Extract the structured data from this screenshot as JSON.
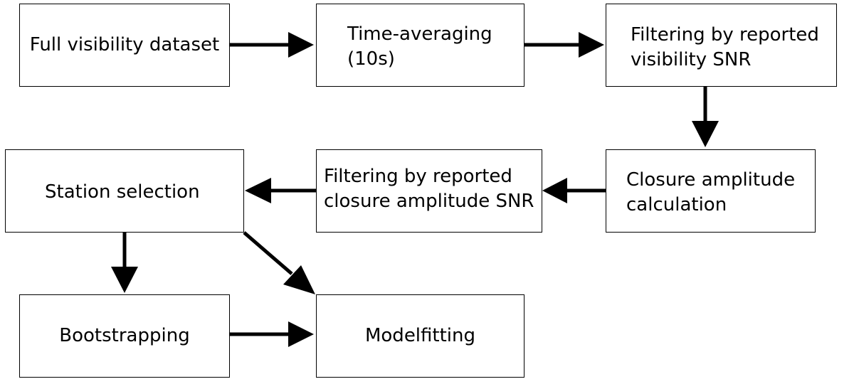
{
  "nodes": [
    {
      "id": "b1",
      "label": "Full visibility dataset"
    },
    {
      "id": "b2",
      "label": "Time-averaging\n(10s)"
    },
    {
      "id": "b3",
      "label": "Filtering by reported\nvisibility SNR"
    },
    {
      "id": "b4",
      "label": "Station selection"
    },
    {
      "id": "b5",
      "label": "Filtering by reported\nclosure amplitude SNR"
    },
    {
      "id": "b6",
      "label": "Closure amplitude\ncalculation"
    },
    {
      "id": "b7",
      "label": "Bootstrapping"
    },
    {
      "id": "b8",
      "label": "Modelfitting"
    }
  ],
  "edges": [
    {
      "from": "Full visibility dataset",
      "to": "Time-averaging (10s)"
    },
    {
      "from": "Time-averaging (10s)",
      "to": "Filtering by reported visibility SNR"
    },
    {
      "from": "Filtering by reported visibility SNR",
      "to": "Closure amplitude calculation"
    },
    {
      "from": "Closure amplitude calculation",
      "to": "Filtering by reported closure amplitude SNR"
    },
    {
      "from": "Filtering by reported closure amplitude SNR",
      "to": "Station selection"
    },
    {
      "from": "Station selection",
      "to": "Bootstrapping"
    },
    {
      "from": "Station selection",
      "to": "Modelfitting"
    },
    {
      "from": "Bootstrapping",
      "to": "Modelfitting"
    }
  ],
  "colors": {
    "stroke": "#000000",
    "fill": "#ffffff"
  }
}
